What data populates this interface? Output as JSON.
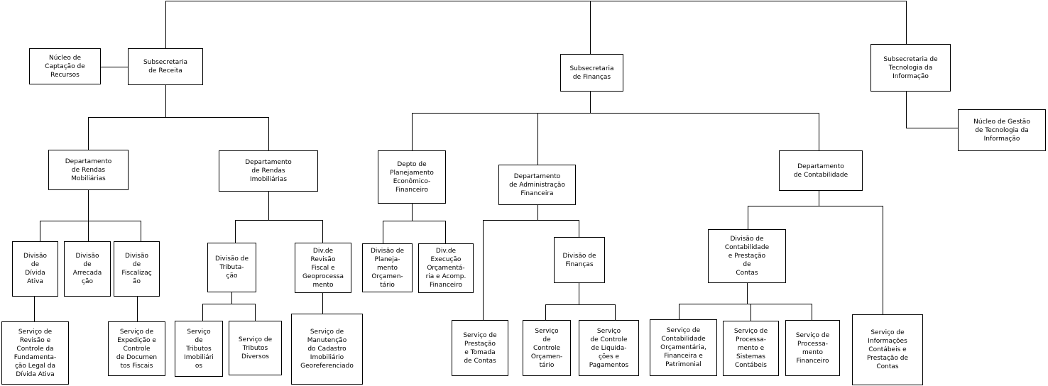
{
  "nodes": {
    "nucleo_captacao": "Núcleo de\nCaptação de\nRecursos",
    "sub_receita": "Subsecretaria\nde Receita",
    "sub_financas": "Subsecretaria\nde Finanças",
    "sub_tecnologia": "Subsecretaria de\nTecnologia da\nInformação",
    "nucleo_gestao_ti": "Núcleo de Gestão\nde Tecnologia da\nInformação",
    "dep_rendas_mob": "Departamento\nde Rendas\nMobiliárias",
    "dep_rendas_imob": "Departamento\nde Rendas\nImobiliárias",
    "depto_planej": "Depto de\nPlanejamento\nEconômico-\nFinanceiro",
    "dep_admin_fin": "Departamento\nde Administração\nFinanceira",
    "dep_contab": "Departamento\nde Contabilidade",
    "div_divida_ativa": "Divisão\nde\nDívida\nAtiva",
    "div_arrecadacao": "Divisão\nde\nArrecada\nção",
    "div_fiscalizacao": "Divisão\nde\nFiscalizaç\não",
    "div_tributacao": "Divisão de\nTributa-\nção",
    "div_revisao_fiscal": "Div.de\nRevisão\nFiscal e\nGeoprocessa\nmento",
    "div_planej_orc": "Divisão de\nPlaneja-\nmento\nOrçamen-\ntário",
    "div_execucao": "Div.de\nExecução\nOrçamentá-\nria e Acomp.\nFinanceiro",
    "div_financas": "Divisão de\nFinanças",
    "div_contab_prest": "Divisão de\nContabilidade\ne Prestação\nde\nContas",
    "serv_revisao": "Serviço de\nRevisão e\nControle da\nFundamenta-\nção Legal da\nDívida Ativa",
    "serv_expedicao": "Serviço de\nExpedição e\nControle\nde Documen\ntos Fiscais",
    "serv_trib_imob": "Serviço\nde\nTributos\nImobiliári\nos",
    "serv_trib_div": "Serviço de\nTributos\nDiversos",
    "serv_manutencao": "Serviço de\nManutenção\ndo Cadastro\nImobiliário\nGeoreferenciado",
    "serv_prestacao": "Serviço de\nPrestação\ne Tomada\nde Contas",
    "serv_ctrl_orc": "Serviço\nde\nControle\nOrçamen-\ntário",
    "serv_ctrl_liq": "Serviço\nde Controle\nde Liquida-\nções e\nPagamentos",
    "serv_contab_orc": "Serviço de\nContabilidade\nOrçamentária,\nFinanceira e\nPatrimonial",
    "serv_processamento_sist": "Serviço de\nProcessa-\nmento e\nSistemas\nContábeis",
    "serv_processamento_fin": "Serviço de\nProcessa-\nmento\nFinanceiro",
    "serv_informacoes": "Serviço de\nInformações\nContábeis e\nPrestação de\nContas"
  }
}
